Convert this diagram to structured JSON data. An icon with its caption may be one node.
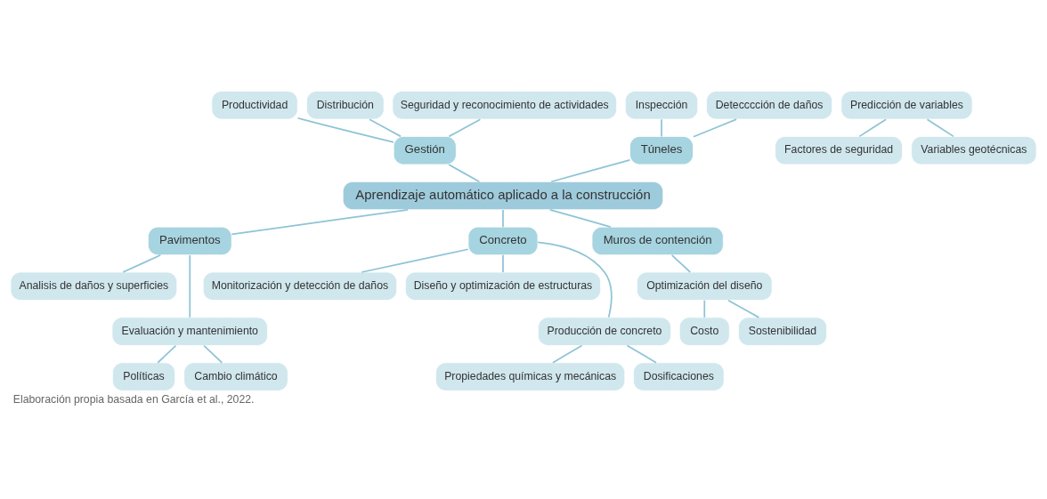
{
  "diagram": {
    "caption": "Elaboración propia basada en García et al., 2022.",
    "nodes": [
      {
        "text": [
          "Aprendizaje automático aplicado a la construcción"
        ]
      },
      {
        "text": [
          "Gestión"
        ]
      },
      {
        "text": [
          "Productividad"
        ]
      },
      {
        "text": [
          "Distribución"
        ]
      },
      {
        "text": [
          "Seguridad y reconocimiento de actividades"
        ]
      },
      {
        "text": [
          "Túneles"
        ]
      },
      {
        "text": [
          "Inspección"
        ]
      },
      {
        "text": [
          "Detecccción de daños"
        ]
      },
      {
        "text": [
          "Pavimentos"
        ]
      },
      {
        "text": [
          "Analisis de daños y superficies"
        ]
      },
      {
        "text": [
          "Evaluación y mantenimiento"
        ]
      },
      {
        "text": [
          "Políticas"
        ]
      },
      {
        "text": [
          "Cambio climático"
        ]
      },
      {
        "text": [
          "Concreto"
        ]
      },
      {
        "text": [
          "Monitorización y detección de daños"
        ]
      },
      {
        "text": [
          "Diseño y optimización de estructuras"
        ]
      },
      {
        "text": [
          "Producción de concreto"
        ]
      },
      {
        "text": [
          "Propiedades químicas y mecánicas"
        ]
      },
      {
        "text": [
          "Dosificaciones"
        ]
      },
      {
        "text": [
          "Muros de contención"
        ]
      },
      {
        "text": [
          "Optimización del diseño"
        ]
      },
      {
        "text": [
          "Costo"
        ]
      },
      {
        "text": [
          "Sostenibilidad"
        ]
      },
      {
        "text": [
          "Predicción de variables"
        ]
      },
      {
        "text": [
          "Factores de seguridad"
        ]
      },
      {
        "text": [
          "Variables geotécnicas"
        ]
      }
    ],
    "edges": [
      {
        "from": 0,
        "to": 1,
        "arrow": "none"
      },
      {
        "from": 1,
        "to": 2,
        "arrow": "none"
      },
      {
        "from": 1,
        "to": 3,
        "arrow": "none"
      },
      {
        "from": 1,
        "to": 4,
        "arrow": "none"
      },
      {
        "from": 0,
        "to": 5,
        "arrow": "none"
      },
      {
        "from": 5,
        "to": 6,
        "arrow": "none"
      },
      {
        "from": 5,
        "to": 7,
        "arrow": "none"
      },
      {
        "from": 0,
        "to": 8,
        "arrow": "none"
      },
      {
        "from": 8,
        "to": 9,
        "arrow": "none"
      },
      {
        "from": 8,
        "to": 10,
        "arrow": "none"
      },
      {
        "from": 10,
        "to": 11,
        "arrow": "none"
      },
      {
        "from": 10,
        "to": 12,
        "arrow": "none"
      },
      {
        "from": 0,
        "to": 13,
        "arrow": "none"
      },
      {
        "from": 13,
        "to": 14,
        "arrow": "none"
      },
      {
        "from": 13,
        "to": 15,
        "arrow": "none"
      },
      {
        "from": 13,
        "to": 16,
        "arrow": "none"
      },
      {
        "from": 16,
        "to": 17,
        "arrow": "none"
      },
      {
        "from": 16,
        "to": 18,
        "arrow": "none"
      },
      {
        "from": 0,
        "to": 19,
        "arrow": "none"
      },
      {
        "from": 19,
        "to": 20,
        "arrow": "none"
      },
      {
        "from": 20,
        "to": 21,
        "arrow": "none"
      },
      {
        "from": 20,
        "to": 22,
        "arrow": "none"
      },
      {
        "from": 23,
        "to": 24,
        "arrow": "none"
      },
      {
        "from": 23,
        "to": 25,
        "arrow": "none"
      }
    ]
  }
}
